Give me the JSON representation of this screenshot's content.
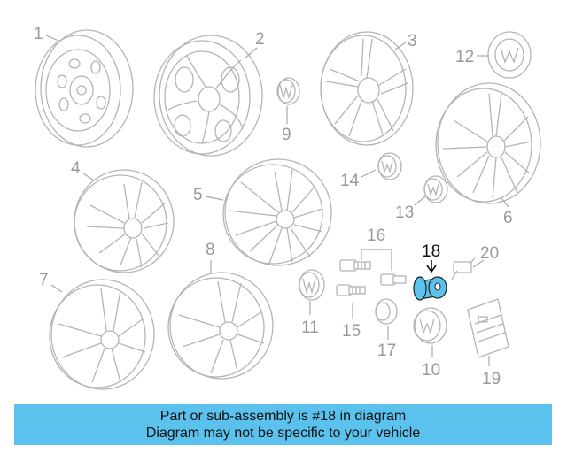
{
  "diagram": {
    "highlighted_part": "18",
    "highlight_color": "#5bc2ee",
    "labels": [
      "1",
      "2",
      "3",
      "4",
      "5",
      "6",
      "7",
      "8",
      "9",
      "10",
      "11",
      "12",
      "13",
      "14",
      "15",
      "16",
      "17",
      "18",
      "19",
      "20"
    ]
  },
  "banner": {
    "line1": "Part or sub-assembly is #18 in diagram",
    "line2": "Diagram may not be specific to your vehicle",
    "background": "#5bc2ee"
  }
}
